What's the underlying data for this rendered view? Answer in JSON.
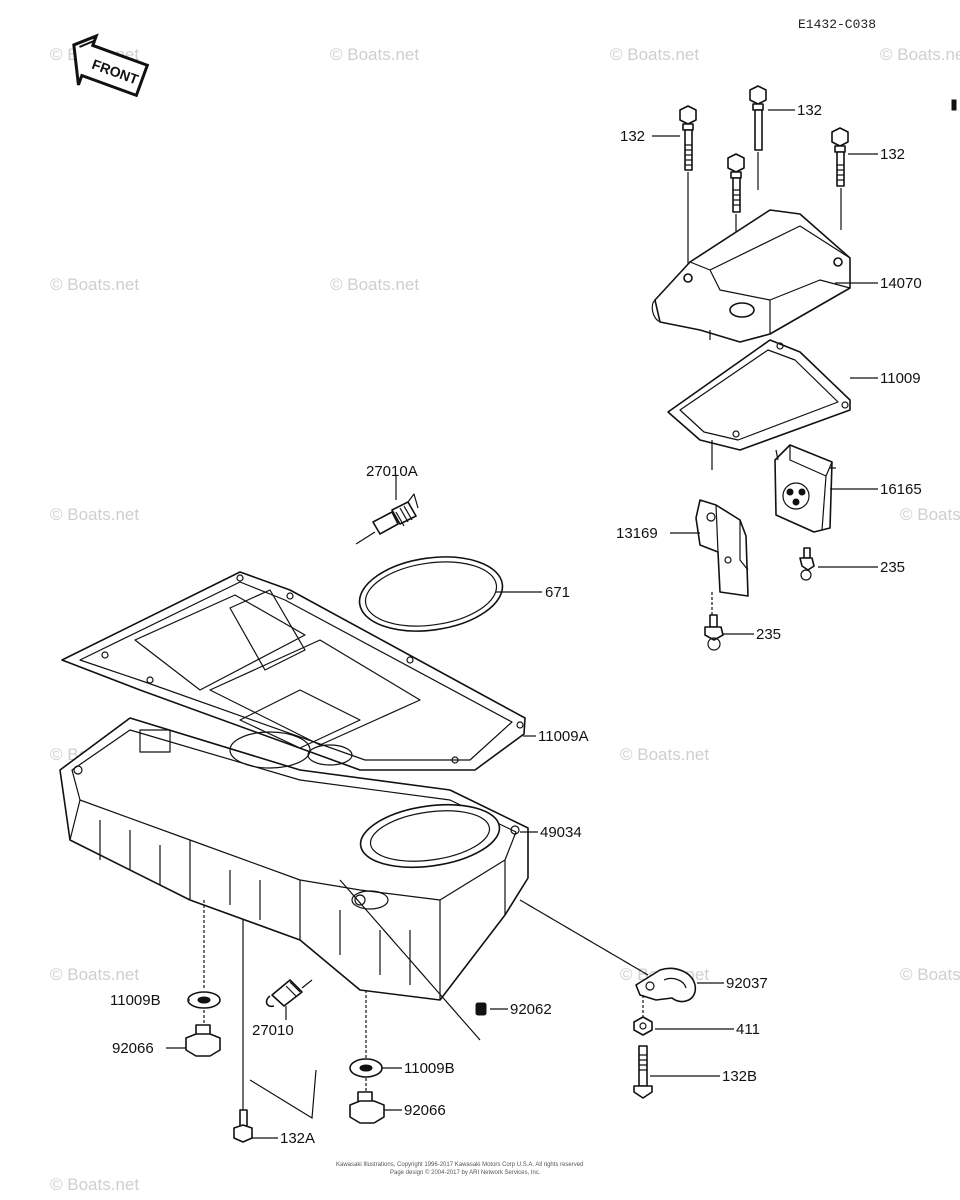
{
  "reference_code": "E1432-C038",
  "front_arrow": "FRONT",
  "watermark": "© Boats.net",
  "footer": {
    "line1": "Kawasaki Illustrations, Copyright 1996-2017 Kawasaki Motors Corp U.S.A. All rights reserved",
    "line2": "Page design © 2004-2017 by ARI Network Services, Inc."
  },
  "labels": {
    "l132a": "132",
    "l132b": "132",
    "l132c": "132",
    "l14070": "14070",
    "l11009": "11009",
    "l16165": "16165",
    "l13169": "13169",
    "l235a": "235",
    "l235b": "235",
    "l27010a": "27010A",
    "l671": "671",
    "l11009a": "11009A",
    "l49034": "49034",
    "l92037": "92037",
    "l92062": "92062",
    "l411": "411",
    "l132B": "132B",
    "l11009Ba": "11009B",
    "l92066a": "92066",
    "l27010": "27010",
    "l11009Bb": "11009B",
    "l92066b": "92066",
    "l132A": "132A"
  }
}
